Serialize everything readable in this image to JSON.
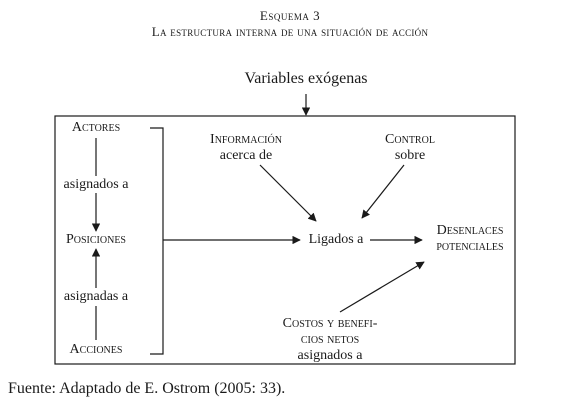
{
  "header": {
    "label": "Esquema 3",
    "title": "La estructura interna de una situación de acción"
  },
  "diagram": {
    "exogenous": "Variables exógenas",
    "actors": "Actores",
    "assigned_m": "asignados a",
    "positions": "Posiciones",
    "assigned_f": "asignadas a",
    "actions": "Acciones",
    "info_line1": "Información",
    "info_line2": "acerca de",
    "control_line1": "Control",
    "control_line2": "sobre",
    "linked": "Ligados a",
    "outcomes_line1": "Desenlaces",
    "outcomes_line2": "potenciales",
    "costs_line1": "Costos y benefi-",
    "costs_line2": "cios netos",
    "costs_line3": "asignados a"
  },
  "footer": {
    "source": "Fuente: Adaptado de E. Ostrom (2005: 33)."
  }
}
